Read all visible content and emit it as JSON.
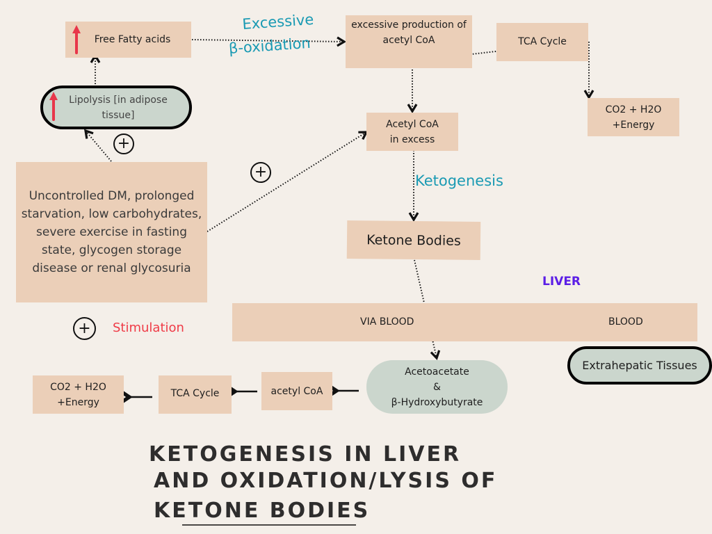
{
  "diagram": {
    "nodes": {
      "free_fatty_acids": "Free Fatty acids",
      "lipolysis": "Lipolysis [in adipose tissue]",
      "causes": "Uncontrolled DM, prolonged starvation, low carbohydrates, severe exercise in fasting state, glycogen storage disease or renal glycosuria",
      "excess_acetyl_coa_production": "excessive production of acetyl CoA",
      "tca_cycle_liver": "TCA Cycle",
      "co2_h2o_energy_liver": "CO2 + H2O +Energy",
      "acetyl_coa_excess": "Acetyl CoA in excess",
      "ketone_bodies": "Ketone Bodies",
      "via_blood": "VIA BLOOD",
      "blood": "BLOOD",
      "acetoacetate_line1": "Acetoacetate",
      "acetoacetate_line2": "&",
      "acetoacetate_line3": "β-Hydroxybutyrate",
      "extrahepatic_tissues": "Extrahepatic Tissues",
      "acetyl_coa_tissue": "acetyl CoA",
      "tca_cycle_tissue": "TCA Cycle",
      "co2_h2o_energy_tissue": "CO2 + H2O +Energy"
    },
    "edge_labels": {
      "beta_oxidation_line1": "Excessive",
      "beta_oxidation_line2": "β-oxidation",
      "ketogenesis": "Ketogenesis"
    },
    "region_label": "LIVER",
    "legend": {
      "symbol": "+",
      "text": "Stimulation"
    },
    "stimulation_symbol": "+",
    "title": {
      "line1": "KETOGENESIS IN LIVER",
      "line2": "AND OXIDATION/LYSIS OF",
      "line3": "KETONE BODIES"
    },
    "colors": {
      "box_fill": "#ebcfb8",
      "pill_fill": "#cbd6cd",
      "teal_label": "#1a9ab3",
      "liver_label": "#5b1ee6",
      "stimulation_label": "#ef3b47",
      "up_arrow": "#e8364a",
      "background": "#f4efe9"
    }
  }
}
